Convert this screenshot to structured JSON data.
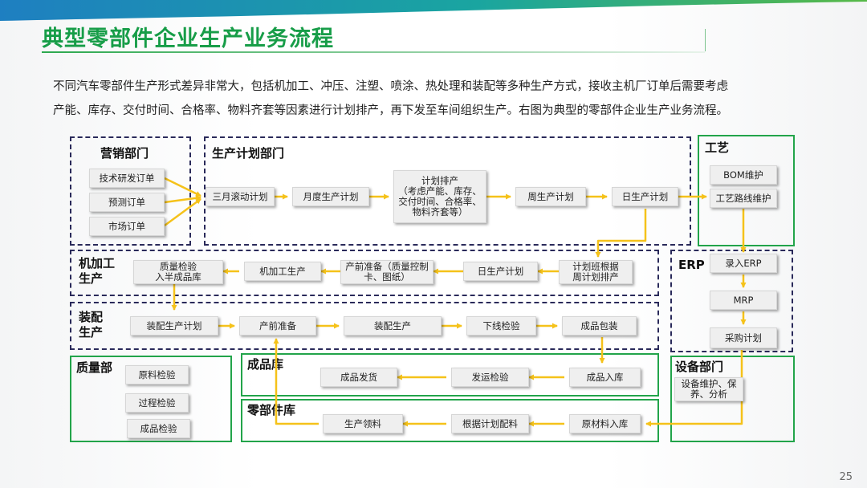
{
  "title": "典型零部件企业生产业务流程",
  "intro": [
    "不同汽车零部件生产形式差异非常大，包括机加工、冲压、注塑、喷涂、热处理和装配等多种生产方式，接收主机厂订单后需要考虑",
    "产能、库存、交付时间、合格率、物料齐套等因素进行计划排产，再下发至车间组织生产。右图为典型的零部件企业生产业务流程。"
  ],
  "page_number": "25",
  "colors": {
    "title": "#179d48",
    "zone_green": "#22a44a",
    "zone_dashed": "#2a2a5a",
    "arrow": "#f5c21a"
  },
  "zones": {
    "marketing": "营销部门",
    "planning": "生产计划部门",
    "process": "工艺",
    "machining": "机加工\n生产",
    "assembly": "装配\n生产",
    "erp": "ERP",
    "quality": "质量部",
    "finished_store": "成品库",
    "parts_store": "零部件库",
    "equipment": "设备部门"
  },
  "nodes": {
    "tech_order": "技术研发订单",
    "forecast_order": "预测订单",
    "market_order": "市场订单",
    "three_month": "三月滚动计划",
    "monthly_plan": "月度生产计划",
    "scheduling": "计划排产\n（考虑产能、库存、\n交付时间、合格率、\n物料齐套等）",
    "weekly_plan": "周生产计划",
    "daily_plan_top": "日生产计划",
    "bom": "BOM维护",
    "routing": "工艺路线维护",
    "quality_check_semi": "质量检验\n入半成品库",
    "machining_prod": "机加工生产",
    "pre_prep": "产前准备（质量控制\n卡、图纸）",
    "daily_plan_mid": "日生产计划",
    "shift_plan": "计划班根据\n周计划排产",
    "erp_entry": "录入ERP",
    "mrp": "MRP",
    "purchase_plan": "采购计划",
    "assembly_plan": "装配生产计划",
    "pre_prep2": "产前准备",
    "assembly_prod": "装配生产",
    "offline_check": "下线检验",
    "packaging": "成品包装",
    "raw_check": "原料检验",
    "process_check": "过程检验",
    "final_check": "成品检验",
    "product_delivery": "成品发货",
    "shipping_check": "发运检验",
    "product_in": "成品入库",
    "equipment_maint": "设备维护、保\n养、分析",
    "prod_pick": "生产领料",
    "plan_kitting": "根据计划配料",
    "raw_in": "原材料入库"
  }
}
